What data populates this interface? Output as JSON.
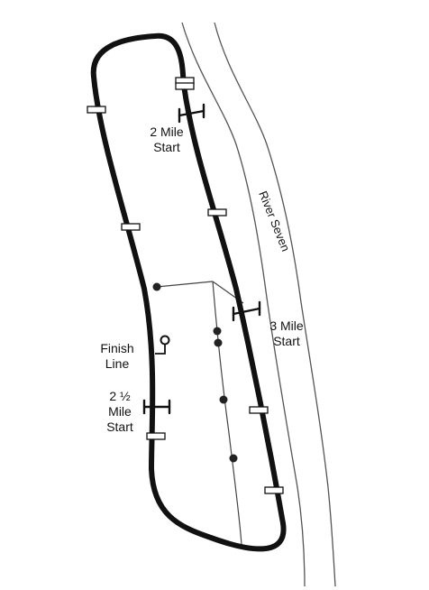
{
  "colors": {
    "track": "#111111",
    "river_bank": "#555555",
    "path": "#444444",
    "background": "#ffffff"
  },
  "labels": {
    "two_mile": [
      "2 Mile",
      "Start"
    ],
    "three_mile": [
      "3 Mile",
      "Start"
    ],
    "finish": [
      "Finish",
      "Line"
    ],
    "two_half_mile": [
      "2 ½",
      "Mile",
      "Start"
    ],
    "river": "River Seven"
  },
  "icons": {
    "start_marker": "i-beam-icon",
    "finish_marker": "pin-icon",
    "distance_marker": "rectangle-marker-icon",
    "waypoint": "dot-icon"
  }
}
